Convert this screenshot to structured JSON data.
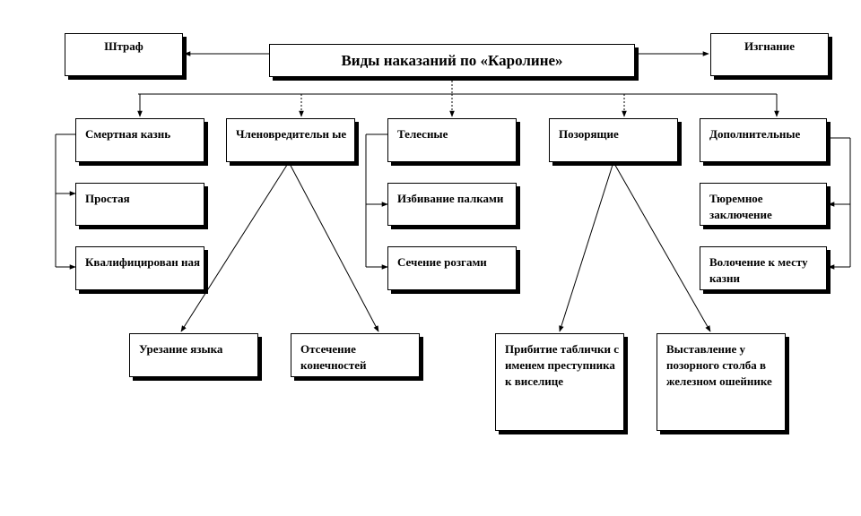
{
  "title": "Виды наказаний по «Каролине»",
  "left_top": "Штраф",
  "right_top": "Изгнание",
  "categories": {
    "death": {
      "label": "Смертная казнь",
      "items": [
        "Простая",
        "Квалифицирован ная"
      ]
    },
    "maiming": {
      "label": "Членовредительн ые",
      "items": [
        "Урезание языка",
        "Отсечение конечностей"
      ]
    },
    "corporal": {
      "label": "Телесные",
      "items": [
        "Избивание палками",
        "Сечение розгами"
      ]
    },
    "shameful": {
      "label": "Позорящие",
      "items": [
        "Прибитие таблички с именем преступника к виселице",
        "Выставление у позорного столба в железном ошейнике"
      ]
    },
    "additional": {
      "label": "Дополнительные",
      "items": [
        "Тюремное заключение",
        "Волочение к месту казни"
      ]
    }
  }
}
